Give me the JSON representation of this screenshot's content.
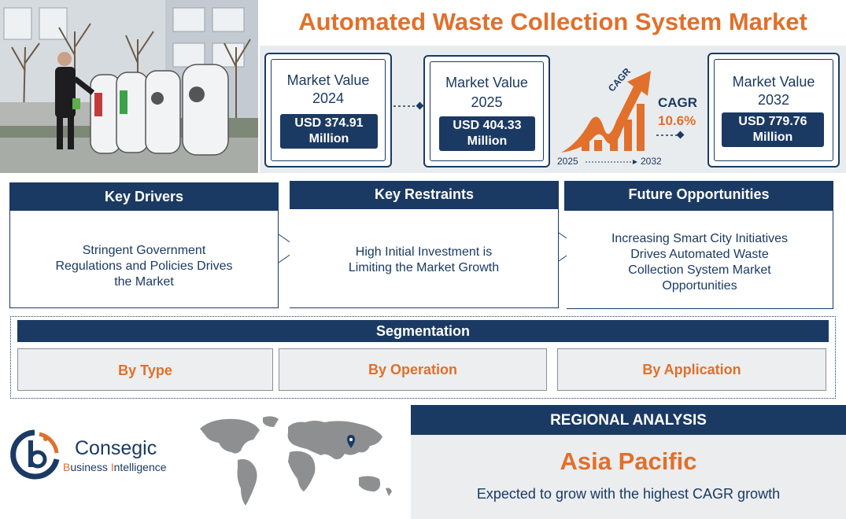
{
  "title": "Automated Waste Collection System Market",
  "market_values": [
    {
      "label_1": "Market Value",
      "label_2": "2024",
      "value_1": "USD 374.91",
      "value_2": "Million"
    },
    {
      "label_1": "Market Value",
      "label_2": "2025",
      "value_1": "USD 404.33",
      "value_2": "Million"
    },
    {
      "label_1": "Market Value",
      "label_2": "2032",
      "value_1": "USD 779.76",
      "value_2": "Million"
    }
  ],
  "cagr": {
    "arrow_text": "CAGR",
    "label": "CAGR",
    "value": "10.6%",
    "year_start": "2025",
    "year_end": "2032"
  },
  "factors": {
    "drivers": {
      "header": "Key Drivers",
      "lines": [
        "Stringent Government",
        "Regulations and Policies Drives",
        "the Market"
      ]
    },
    "restraints": {
      "header": "Key Restraints",
      "lines": [
        "High Initial Investment is",
        "Limiting the Market Growth"
      ]
    },
    "opportunities": {
      "header": "Future Opportunities",
      "lines": [
        "Increasing Smart City Initiatives",
        "Drives Automated Waste",
        "Collection System Market",
        "Opportunities"
      ]
    }
  },
  "segmentation": {
    "header": "Segmentation",
    "items": [
      "By Type",
      "By Operation",
      "By Application"
    ]
  },
  "logo": {
    "name": "Consegic",
    "sub_1": "B",
    "sub_2": "usiness ",
    "sub_3": "I",
    "sub_4": "ntelligence"
  },
  "regional": {
    "header": "REGIONAL ANALYSIS",
    "region": "Asia Pacific",
    "note": "Expected to grow with the highest CAGR growth"
  },
  "colors": {
    "navy": "#1b3a63",
    "orange": "#e0702b",
    "light_gray": "#e9ecef"
  },
  "icons": [
    "location-pin-icon",
    "growth-arrow-icon",
    "world-map-icon"
  ]
}
